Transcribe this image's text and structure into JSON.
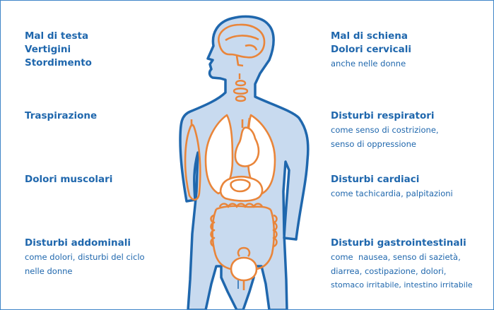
{
  "left_column": [
    {
      "titles": [
        "Mal di testa",
        "Vertigini",
        "Stordimento"
      ],
      "lines": []
    },
    {
      "titles": [
        "Traspirazione"
      ],
      "lines": []
    },
    {
      "titles": [
        "Dolori muscolari"
      ],
      "lines": []
    },
    {
      "titles": [
        "Disturbi addominali"
      ],
      "lines": [
        "come dolori, disturbi del ciclo",
        "nelle donne"
      ]
    }
  ],
  "right_column": [
    {
      "titles": [
        "Mal di schiena",
        "Dolori cervicali"
      ],
      "lines": [
        "anche nelle donne"
      ]
    },
    {
      "titles": [
        "Disturbi respiratori"
      ],
      "lines": [
        "come senso di costrizione,",
        "senso di oppressione"
      ]
    },
    {
      "titles": [
        "Disturbi cardiaci"
      ],
      "lines": [
        "come tachicardia, palpitazioni"
      ]
    },
    {
      "titles": [
        "Disturbi gastrointestinali"
      ],
      "lines": [
        "come  nausea, senso di sazietà,",
        "diarrea, costipazione, dolori,",
        "stomaco irritabile, intestino irritabile"
      ]
    }
  ],
  "colors": {
    "text": "#1f67ad",
    "border": "#3f86c8",
    "body_fill": "#c8daef",
    "body_outline": "#1f67ad",
    "organ_outline": "#e9853a"
  }
}
